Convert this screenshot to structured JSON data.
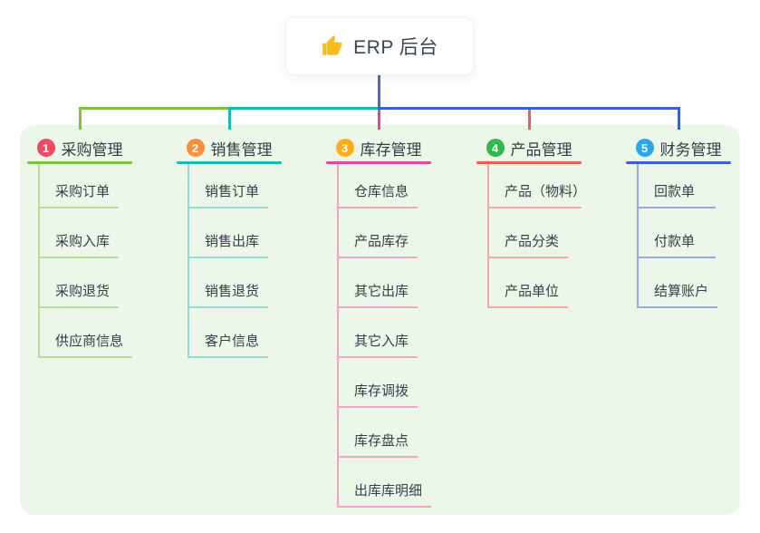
{
  "root": {
    "label": "ERP 后台",
    "icon": "thumbs-up-icon",
    "icon_color": "#f5bd1f"
  },
  "canvas": {
    "background": "#ffffff",
    "panel_color": "#edf7e9",
    "root_line_color": "#5964c6"
  },
  "branches": [
    {
      "number": "1",
      "label": "采购管理",
      "badge_color": "#ee4b63",
      "line_color": "#7fc240",
      "child_line_color": "#b8de96",
      "children": [
        "采购订单",
        "采购入库",
        "采购退货",
        "供应商信息"
      ]
    },
    {
      "number": "2",
      "label": "销售管理",
      "badge_color": "#f98e3d",
      "line_color": "#16bcb4",
      "child_line_color": "#92ddd5",
      "children": [
        "销售订单",
        "销售出库",
        "销售退货",
        "客户信息"
      ]
    },
    {
      "number": "3",
      "label": "库存管理",
      "badge_color": "#fbae17",
      "line_color": "#e84699",
      "child_line_color": "#f3a3c8",
      "children": [
        "仓库信息",
        "产品库存",
        "其它出库",
        "其它入库",
        "库存调拨",
        "库存盘点",
        "出库库明细"
      ]
    },
    {
      "number": "4",
      "label": "产品管理",
      "badge_color": "#33b94f",
      "line_color": "#f25b50",
      "child_line_color": "#f8a9a1",
      "children": [
        "产品（物料）",
        "产品分类",
        "产品单位"
      ]
    },
    {
      "number": "5",
      "label": "财务管理",
      "badge_color": "#2aa6ef",
      "line_color": "#3f5ed2",
      "child_line_color": "#97a9e0",
      "children": [
        "回款单",
        "付款单",
        "结算账户"
      ]
    }
  ]
}
